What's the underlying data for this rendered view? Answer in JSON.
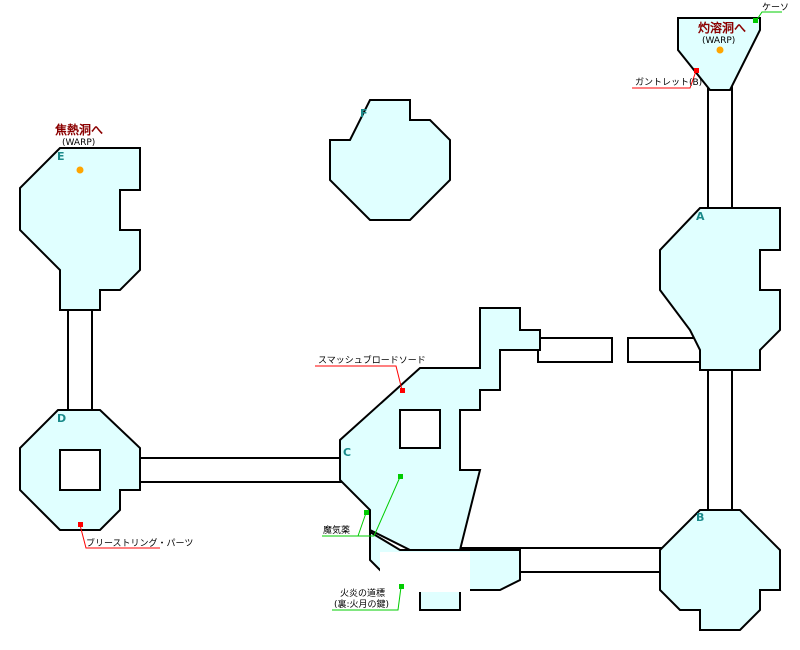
{
  "colors": {
    "floor": "#e0ffff",
    "wall": "#000000",
    "room_label": "#1a8a8a",
    "warp_label": "#8b0000",
    "warp_point": "#ffa500",
    "chest_red": "#ff0000",
    "chest_green": "#00cc00"
  },
  "rooms": [
    {
      "id": "A",
      "label": "A"
    },
    {
      "id": "B",
      "label": "B"
    },
    {
      "id": "C",
      "label": "C"
    },
    {
      "id": "D",
      "label": "D"
    },
    {
      "id": "E",
      "label": "E"
    },
    {
      "id": "F",
      "label": "F"
    }
  ],
  "warps": [
    {
      "title": "焦熱洞へ",
      "sub": "(WARP)"
    },
    {
      "title": "灼溶洞へ",
      "sub": "(WARP)"
    }
  ],
  "items": [
    {
      "text": "ケーソ",
      "marker": "green-marker"
    },
    {
      "text": "ガントレット(B)",
      "marker": "red-marker"
    },
    {
      "text": "スマッシュブロードソード",
      "marker": "red-marker"
    },
    {
      "text": "魔気薬",
      "marker": "green-marker"
    },
    {
      "text": "ブリーストリング・パーツ",
      "marker": "red-marker"
    },
    {
      "text": "火炎の道標",
      "marker": "green-marker"
    },
    {
      "text": "(裏:火月の鍵)",
      "marker": "green-marker"
    }
  ]
}
